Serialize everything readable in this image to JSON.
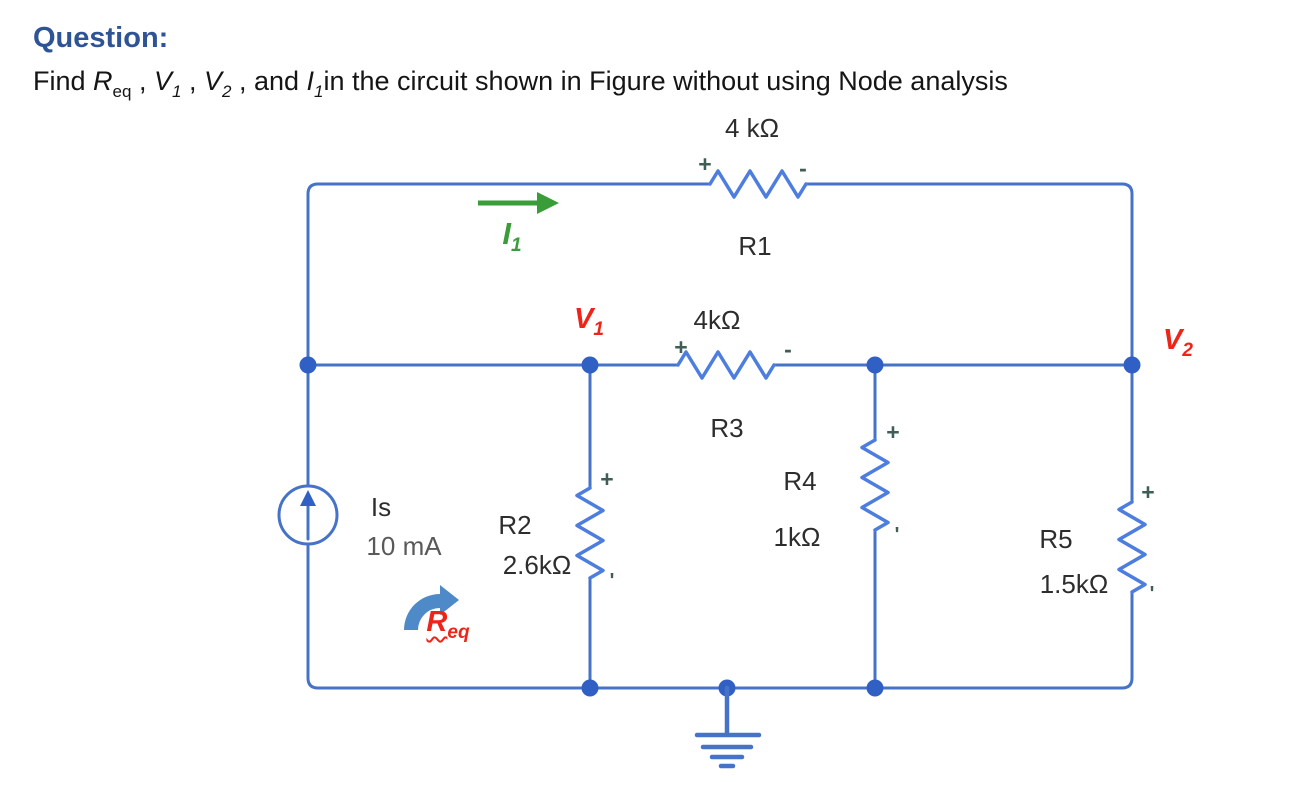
{
  "colors": {
    "headline": "#2f5496",
    "wire": "#4673c8",
    "resistor": "#4d7dde",
    "dot": "#3060c4",
    "current": "#3a9d3a",
    "mark": "#ef2318",
    "sign": "#3f5e57",
    "curved-arrow": "#4e8ac8"
  },
  "question": {
    "heading": "Question:",
    "parts": {
      "find": "Find ",
      "req_main": "R",
      "req_sub": "eq",
      "sep1": " , ",
      "v1_main": "V",
      "v1_sub": "1",
      "sep2": " , ",
      "v2_main": "V",
      "v2_sub": "2",
      "sep3": " , and ",
      "i1_main": "I",
      "i1_sub": "1",
      "rest": "in the circuit shown in Figure without using Node analysis"
    }
  },
  "circuit": {
    "r1": {
      "name": "R1",
      "value": "4 kΩ",
      "plus": "+",
      "minus": "-"
    },
    "r2": {
      "name": "R2",
      "value": "2.6kΩ",
      "plus": "+",
      "minus": "'"
    },
    "r3": {
      "name": "R3",
      "value": "4kΩ",
      "plus": "+",
      "minus": "-"
    },
    "r4": {
      "name": "R4",
      "value": "1kΩ",
      "plus": "+",
      "minus": "'"
    },
    "r5": {
      "name": "R5",
      "value": "1.5kΩ",
      "plus": "+",
      "minus": "'"
    },
    "source": {
      "name": "Is",
      "value": "10 mA"
    },
    "i1": {
      "main": "I",
      "sub": "1"
    },
    "v1": {
      "main": "V",
      "sub": "1"
    },
    "v2": {
      "main": "V",
      "sub": "2"
    },
    "req": {
      "main": "R",
      "sub": "eq"
    }
  }
}
